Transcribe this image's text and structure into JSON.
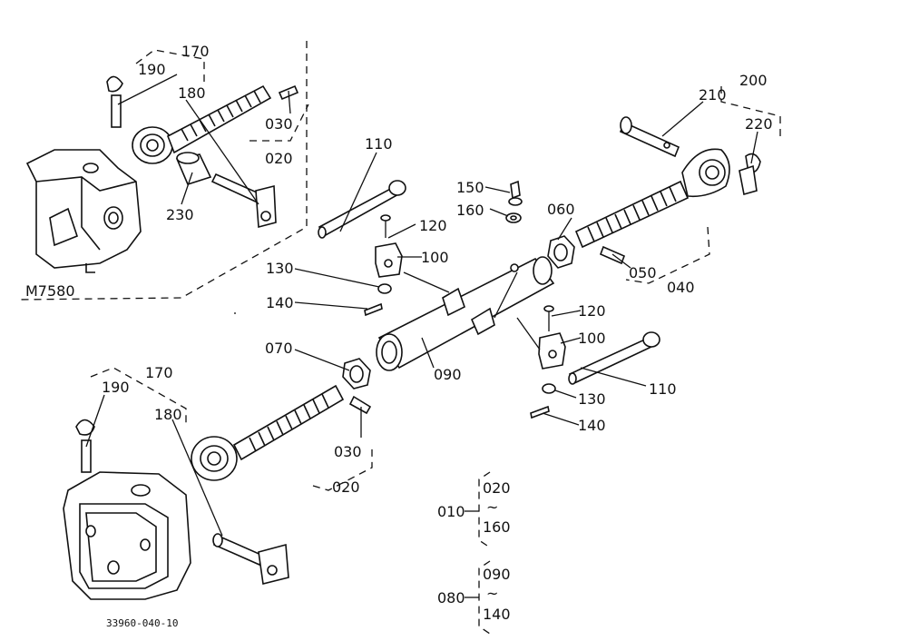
{
  "diagram": {
    "drawing_number": "33960-040-10",
    "model_note": "M7580",
    "labels": {
      "p170_top": "170",
      "p190_top": "190",
      "p180_top": "180",
      "p030_top": "030",
      "p020_top": "020",
      "p230": "230",
      "p110_top": "110",
      "p150": "150",
      "p160": "160",
      "p120_top": "120",
      "p100_top": "100",
      "p130_top": "130",
      "p140_top": "140",
      "p060": "060",
      "p200": "200",
      "p210": "210",
      "p220": "220",
      "p050": "050",
      "p040": "040",
      "p070": "070",
      "p090": "090",
      "p120_bot": "120",
      "p100_bot": "100",
      "p110_bot": "110",
      "p130_bot": "130",
      "p140_bot": "140",
      "p170_bot": "170",
      "p190_bot": "190",
      "p180_bot": "180",
      "p030_bot": "030",
      "p020_bot": "020"
    },
    "assemblies": [
      {
        "parent": "010",
        "range_start": "020",
        "range_mark": "~",
        "range_end": "160"
      },
      {
        "parent": "080",
        "range_start": "090",
        "range_mark": "~",
        "range_end": "140"
      }
    ]
  }
}
